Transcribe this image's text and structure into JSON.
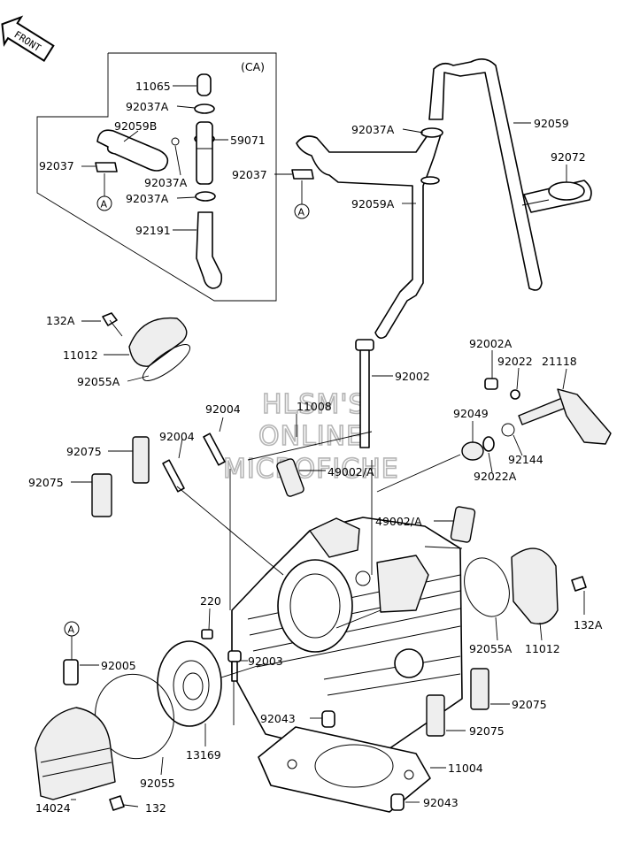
{
  "front_badge": "FRONT",
  "group_label": "(CA)",
  "ref_mark": "A",
  "watermark": [
    "HLSM'S",
    "ONLINE",
    "MICROFICHE"
  ],
  "parts": [
    {
      "id": "p01",
      "label": "11065"
    },
    {
      "id": "p02",
      "label": "92037A"
    },
    {
      "id": "p03",
      "label": "92059B"
    },
    {
      "id": "p04",
      "label": "59071"
    },
    {
      "id": "p05",
      "label": "92037"
    },
    {
      "id": "p06",
      "label": "92037A"
    },
    {
      "id": "p07",
      "label": "92037A"
    },
    {
      "id": "p08",
      "label": "92191"
    },
    {
      "id": "p09",
      "label": "92037A"
    },
    {
      "id": "p10",
      "label": "92059"
    },
    {
      "id": "p11",
      "label": "92072"
    },
    {
      "id": "p12",
      "label": "92037"
    },
    {
      "id": "p13",
      "label": "92059A"
    },
    {
      "id": "p14",
      "label": "132A"
    },
    {
      "id": "p15",
      "label": "11012"
    },
    {
      "id": "p16",
      "label": "92055A"
    },
    {
      "id": "p17",
      "label": "92002"
    },
    {
      "id": "p18",
      "label": "92002A"
    },
    {
      "id": "p19",
      "label": "92022"
    },
    {
      "id": "p20",
      "label": "21118"
    },
    {
      "id": "p21",
      "label": "92004"
    },
    {
      "id": "p22",
      "label": "11008"
    },
    {
      "id": "p23",
      "label": "92049"
    },
    {
      "id": "p24",
      "label": "92004"
    },
    {
      "id": "p25",
      "label": "92075"
    },
    {
      "id": "p26",
      "label": "49002/A"
    },
    {
      "id": "p27",
      "label": "92144"
    },
    {
      "id": "p28",
      "label": "92022A"
    },
    {
      "id": "p29",
      "label": "92075"
    },
    {
      "id": "p30",
      "label": "49002/A"
    },
    {
      "id": "p31",
      "label": "220"
    },
    {
      "id": "p32",
      "label": "132A"
    },
    {
      "id": "p33",
      "label": "92055A"
    },
    {
      "id": "p34",
      "label": "11012"
    },
    {
      "id": "p35",
      "label": "92005"
    },
    {
      "id": "p36",
      "label": "92003"
    },
    {
      "id": "p37",
      "label": "92075"
    },
    {
      "id": "p38",
      "label": "92043"
    },
    {
      "id": "p39",
      "label": "92075"
    },
    {
      "id": "p40",
      "label": "13169"
    },
    {
      "id": "p41",
      "label": "11004"
    },
    {
      "id": "p42",
      "label": "92055"
    },
    {
      "id": "p43",
      "label": "14024"
    },
    {
      "id": "p44",
      "label": "132"
    },
    {
      "id": "p45",
      "label": "92043"
    }
  ]
}
